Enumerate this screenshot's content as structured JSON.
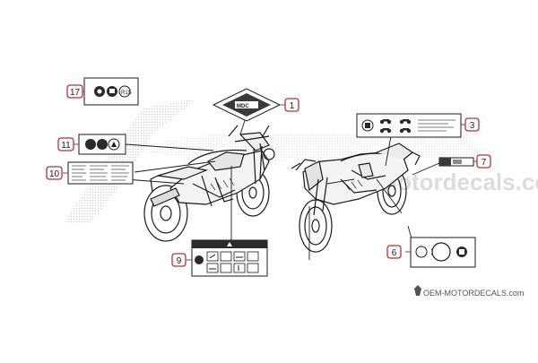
{
  "callouts": [
    {
      "number": "1"
    },
    {
      "number": "3"
    },
    {
      "number": "6"
    },
    {
      "number": "7"
    },
    {
      "number": "9"
    },
    {
      "number": "10"
    },
    {
      "number": "11"
    },
    {
      "number": "17"
    }
  ],
  "watermark": {
    "text": "OEM-MOTORDECALS.com",
    "faint_text": "motordecals.com"
  },
  "colors": {
    "callout_red": "#b5323a",
    "line": "#1a1a1a",
    "watermark_gray": "#d8d8d8"
  }
}
